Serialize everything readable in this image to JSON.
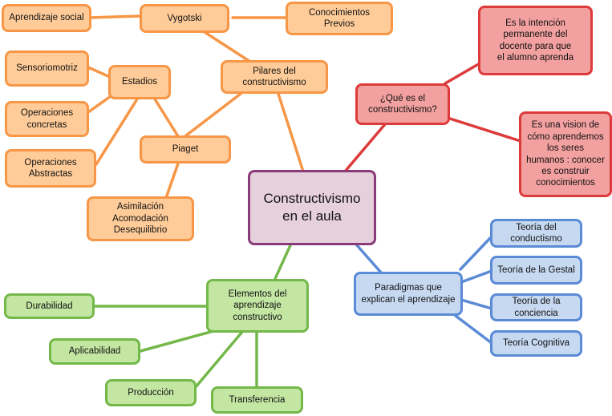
{
  "colors": {
    "orange_fill": "#ffcc99",
    "orange_line": "#f79646",
    "red_fill": "#f2a0a0",
    "red_line": "#dd3b3b",
    "blue_fill": "#c6d9f1",
    "blue_line": "#5b8ad6",
    "green_fill": "#c3e6a3",
    "green_line": "#74b84a",
    "center_fill": "#e6d0dc",
    "center_line": "#8b3a7a"
  },
  "nodes": {
    "center": "Constructivismo\nen el aula",
    "pilares": "Pilares del\nconstructivismo",
    "vygotski": "Vygotski",
    "aprendizaje_social": "Aprendizaje social",
    "conocimientos_previos": "Conocimientos\nPrevios",
    "estadios": "Estadios",
    "sensoriomotriz": "Sensoriomotriz",
    "operaciones_concretas": "Operaciones\nconcretas",
    "operaciones_abstractas": "Operaciones\nAbstractas",
    "piaget": "Piaget",
    "asimilacion": "Asimilación\nAcomodación\nDesequilibrio",
    "que_es": "¿Qué es el\nconstructivismo?",
    "intencion": "Es la intención\npermanente del\ndocente para que\nel alumno aprenda",
    "vision": "Es una vision de\ncómo aprendemos\nlos seres\nhumanos : conocer\nes construir\nconocimientos",
    "paradigmas": "Paradigmas que\nexplican el aprendizaje",
    "conductismo": "Teoría del\nconductismo",
    "gestal": "Teoría de la Gestal",
    "conciencia": "Teoría de la\nconciencia",
    "cognitiva": "Teoría Cognitiva",
    "elementos": "Elementos del\naprendizaje\nconstructivo",
    "durabilidad": "Durabilidad",
    "aplicabilidad": "Aplicabilidad",
    "produccion": "Producción",
    "transferencia": "Transferencia"
  }
}
